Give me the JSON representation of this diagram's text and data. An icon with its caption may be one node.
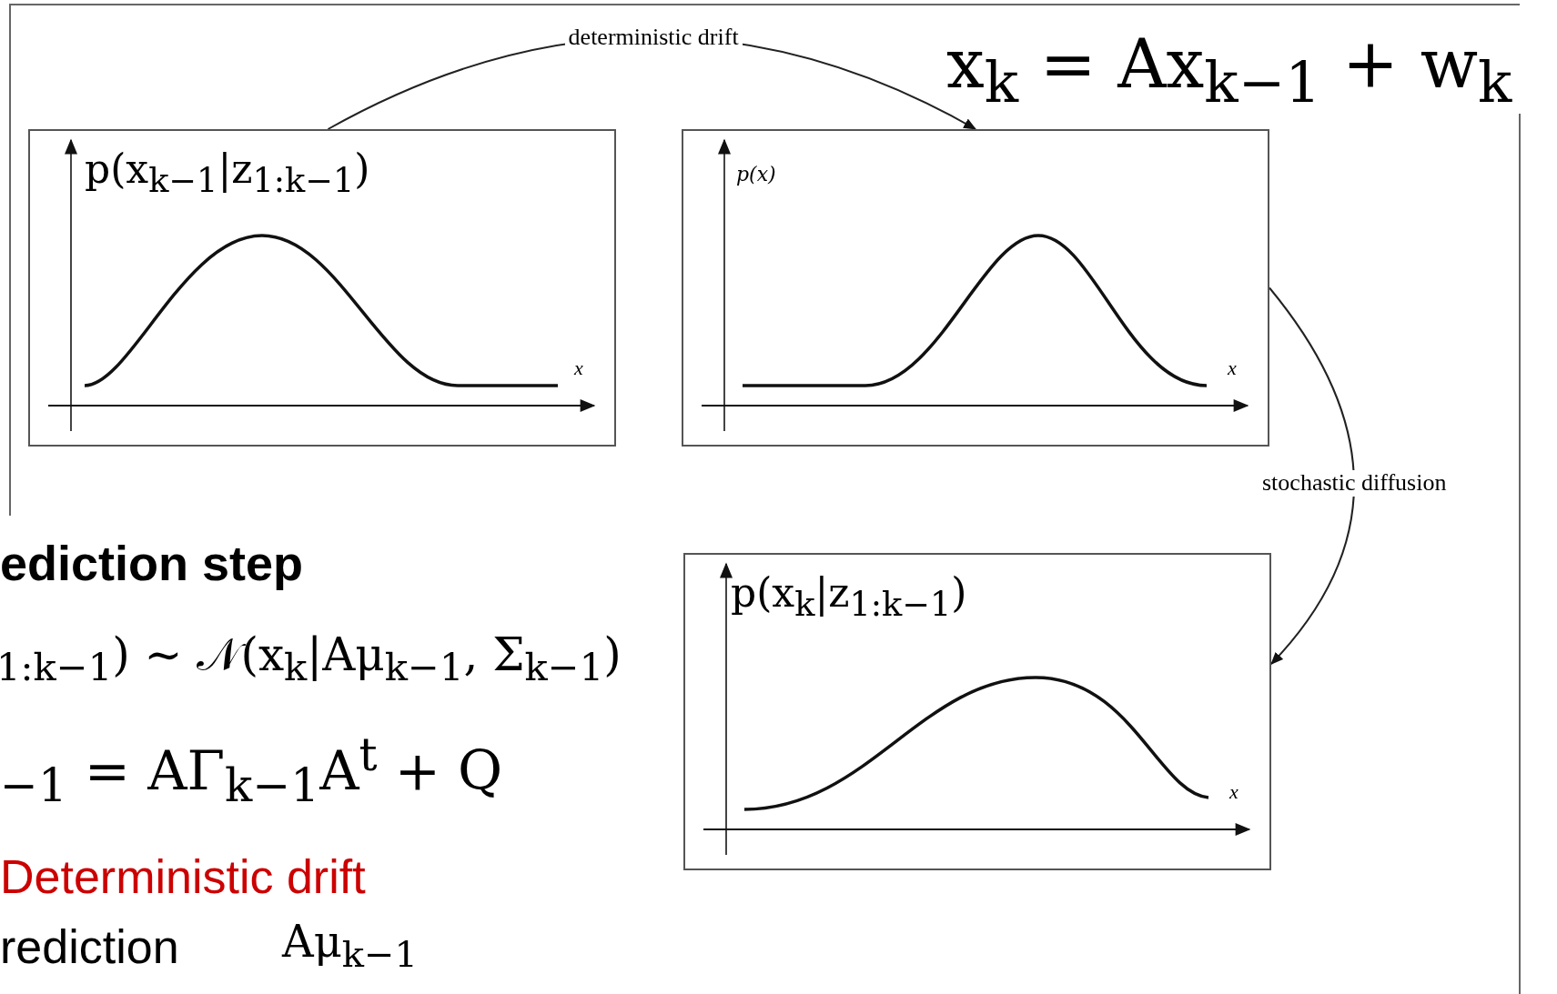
{
  "diagram": {
    "nodes": [
      {
        "text": [
          "p(x$_{k−1}$|z$_{1:k−1}$)",
          "x"
        ]
      },
      {
        "text": [
          "p(x)",
          "x"
        ]
      },
      {
        "text": [
          "p(x$_{k}$|z$_{1:k−1}$)",
          "x"
        ]
      }
    ],
    "edges": [
      {
        "from": 0,
        "to": 1,
        "arrow": "to",
        "label": "deterministic drift"
      },
      {
        "from": 1,
        "to": 2,
        "arrow": "to",
        "label": "stochastic diffusion"
      }
    ],
    "labels": [
      "x$_{k}$ = Ax$_{k−1}$ + w$_{k}$",
      "ediction step",
      "$_{1:k−1}$) ∼ 𝒩(x$_{k}$|Aμ$_{k−1}$, Σ$_{k−1}$)",
      "$_{−1}$ = AΓ$_{k−1}$A$^{t}$ + Q",
      "Deterministic drift",
      "rediction",
      "Aμ$_{k−1}$"
    ]
  }
}
